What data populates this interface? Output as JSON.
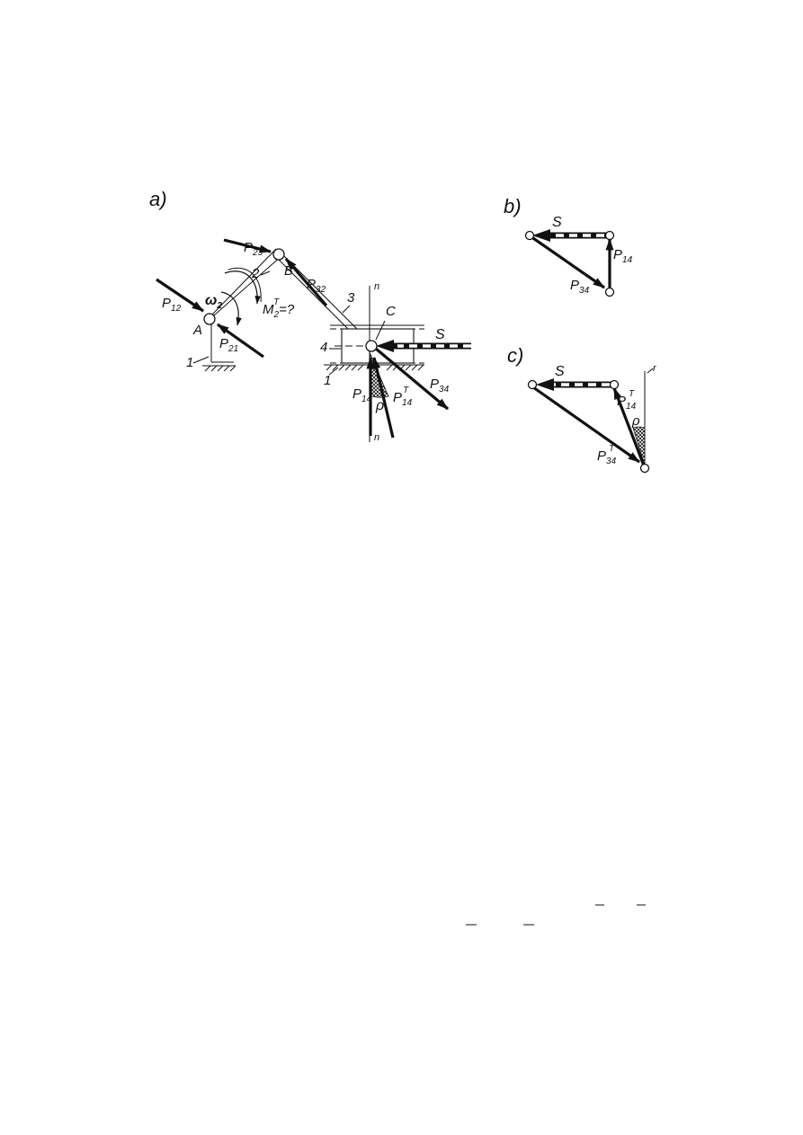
{
  "panels": {
    "a": {
      "label": "a)"
    },
    "b": {
      "label": "b)"
    },
    "c": {
      "label": "c)"
    }
  },
  "points": {
    "A": "A",
    "B": "B",
    "C": "C"
  },
  "links": {
    "l1": "1",
    "l1b": "1",
    "l2": "2",
    "l3": "3",
    "l4": "4"
  },
  "symbols": {
    "omega": "ω",
    "omega_sub": "2",
    "moment": "M",
    "moment_sub": "2",
    "moment_sup": "T",
    "moment_tail": "=?",
    "rho": "ρ",
    "axis_n": "n",
    "axis_r": "r"
  },
  "forces": {
    "P12": {
      "main": "P",
      "sub": "12"
    },
    "P21": {
      "main": "P",
      "sub": "21"
    },
    "P23": {
      "main": "P",
      "sub": "23"
    },
    "P32": {
      "main": "P",
      "sub": "32"
    },
    "P14": {
      "main": "P",
      "sub": "14"
    },
    "P14T": {
      "main": "P",
      "sub": "14",
      "sup": "T"
    },
    "P34": {
      "main": "P",
      "sub": "34"
    },
    "S": {
      "main": "S"
    }
  },
  "triangle_b": {
    "S": "S",
    "P14": {
      "main": "P",
      "sub": "14"
    },
    "P34": {
      "main": "P",
      "sub": "34"
    }
  },
  "triangle_c": {
    "S": "S",
    "P14T": {
      "main": "P",
      "sub": "14",
      "sup": "T"
    },
    "P34T": {
      "main": "P",
      "sub": "34",
      "sup": "T"
    },
    "rho": "ρ"
  }
}
